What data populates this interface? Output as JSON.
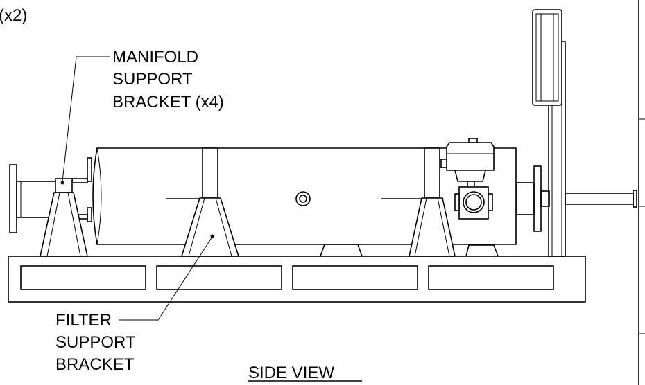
{
  "labels": {
    "top_left": "(x2)",
    "manifold_line1": "MANIFOLD",
    "manifold_line2": "SUPPORT",
    "manifold_line3": "BRACKET (x4)",
    "filter_line1": "FILTER",
    "filter_line2": "SUPPORT",
    "filter_line3": "BRACKET",
    "view_title": "SIDE VIEW"
  }
}
